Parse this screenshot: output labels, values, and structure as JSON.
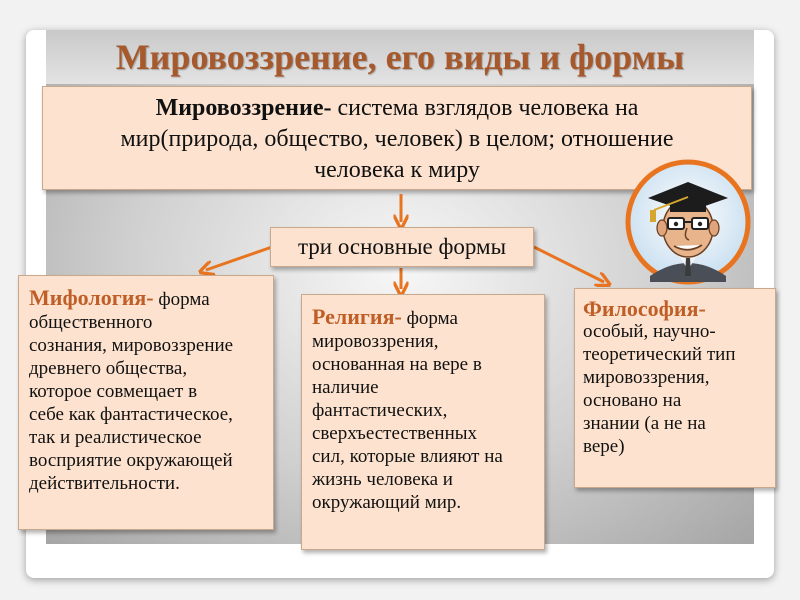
{
  "title": "Мировоззрение, его виды и формы",
  "definition": {
    "term": "Мировоззрение-",
    "line1_rest": " система взглядов человека на",
    "line2": "мир(природа, общество, человек) в целом; отношение",
    "line3": "человека к миру"
  },
  "forms_label": "три основные формы",
  "mythology": {
    "term": "Мифология-",
    "lines": [
      " форма",
      "общественного",
      "сознания, мировоззрение",
      "древнего общества,",
      "которое совмещает в",
      "себе как фантастическое,",
      "так и реалистическое",
      "восприятие окружающей",
      "действительности."
    ]
  },
  "religion": {
    "term": "Религия-",
    "lines": [
      " форма",
      "мировоззрения,",
      "основанная на вере в",
      "наличие",
      "фантастических,",
      "сверхъестественных",
      "сил, которые влияют на",
      "жизнь человека и",
      "окружающий мир."
    ]
  },
  "philosophy": {
    "term": "Философия-",
    "lines": [
      "особый, научно-",
      "теоретический тип",
      "мировоззрения,",
      "основано на",
      "знании (а не на",
      "вере)"
    ]
  },
  "colors": {
    "title": "#a6592c",
    "box_fill": "#fde3cf",
    "term": "#bf5f27",
    "arrow": "#e8741f"
  },
  "icons": {
    "avatar": "professor-cartoon-icon"
  }
}
